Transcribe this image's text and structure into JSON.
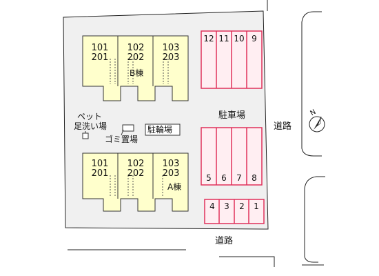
{
  "building_b": {
    "label": "B棟",
    "units": [
      {
        "top": "101",
        "bottom": "201"
      },
      {
        "top": "102",
        "bottom": "202"
      },
      {
        "top": "103",
        "bottom": "203"
      }
    ]
  },
  "building_a": {
    "label": "A棟",
    "units": [
      {
        "top": "101",
        "bottom": "201"
      },
      {
        "top": "102",
        "bottom": "202"
      },
      {
        "top": "103",
        "bottom": "203"
      }
    ]
  },
  "parking": {
    "label": "駐車場",
    "top_row": [
      "12",
      "11",
      "10",
      "9"
    ],
    "middle_row": [
      "5",
      "6",
      "7",
      "8"
    ],
    "bottom_row": [
      "4",
      "3",
      "2",
      "1"
    ]
  },
  "facilities": {
    "pet_wash_line1": "ペット",
    "pet_wash_line2": "足洗い場",
    "garbage": "ゴミ置場",
    "bicycle": "駐輪場"
  },
  "roads": {
    "right": "道路",
    "bottom": "道路"
  },
  "compass": {
    "letter": "N"
  },
  "colors": {
    "lot": "#f0f0f0",
    "building": "#ffffcc",
    "parking_fill": "#ffeef2",
    "parking_line": "#e0305a"
  }
}
